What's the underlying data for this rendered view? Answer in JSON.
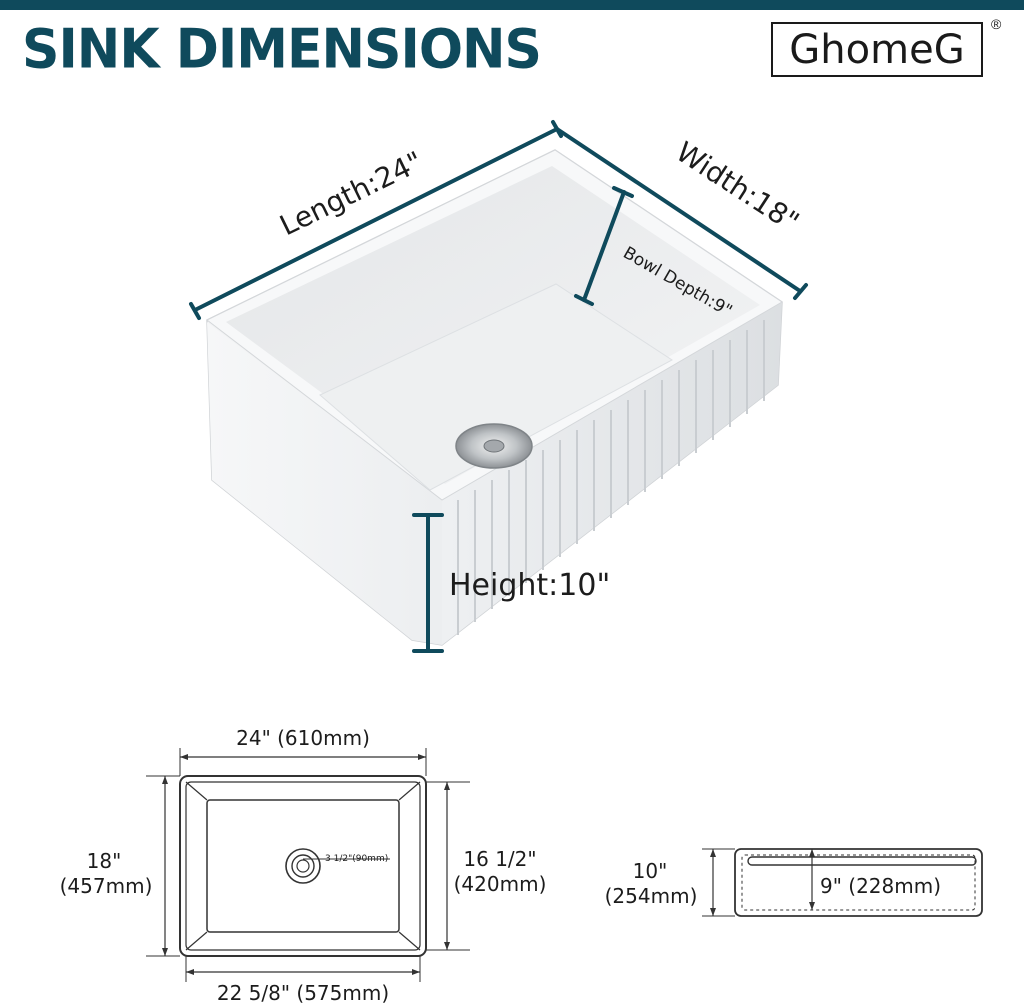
{
  "header": {
    "title": "SINK DIMENSIONS",
    "brand": "GhomeG",
    "registered_mark": "®"
  },
  "colors": {
    "accent": "#0f4a5c",
    "text": "#1c1c1c",
    "line": "#333333"
  },
  "iso_view": {
    "length_label": "Length:24\"",
    "width_label": "Width:18\"",
    "bowl_depth_label": "Bowl Depth:9\"",
    "height_label": "Height:10\""
  },
  "top_view": {
    "top_width": "24\" (610mm)",
    "bottom_width": "22 5/8\" (575mm)",
    "left_depth_in": "18\"",
    "left_depth_mm": "(457mm)",
    "right_depth_in": "16 1/2\"",
    "right_depth_mm": "(420mm)",
    "drain": "3 1/2\"(90mm)"
  },
  "side_view": {
    "height_in": "10\"",
    "height_mm": "(254mm)",
    "bowl_depth": "9\" (228mm)"
  }
}
